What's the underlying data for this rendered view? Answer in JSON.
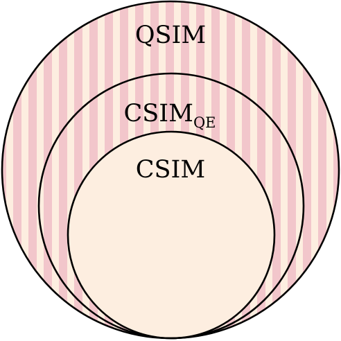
{
  "colors": {
    "background": "#ffffff",
    "fill_base": "#fdeee0",
    "stripe": "#f2c6cb",
    "stroke": "#000000"
  },
  "sets": {
    "outer": {
      "label": "QSIM",
      "pattern": "vertical-stripes"
    },
    "middle": {
      "label": "CSIM",
      "subscript": "QE",
      "pattern": "vertical-stripes"
    },
    "inner": {
      "label": "CSIM",
      "pattern": "solid"
    }
  }
}
